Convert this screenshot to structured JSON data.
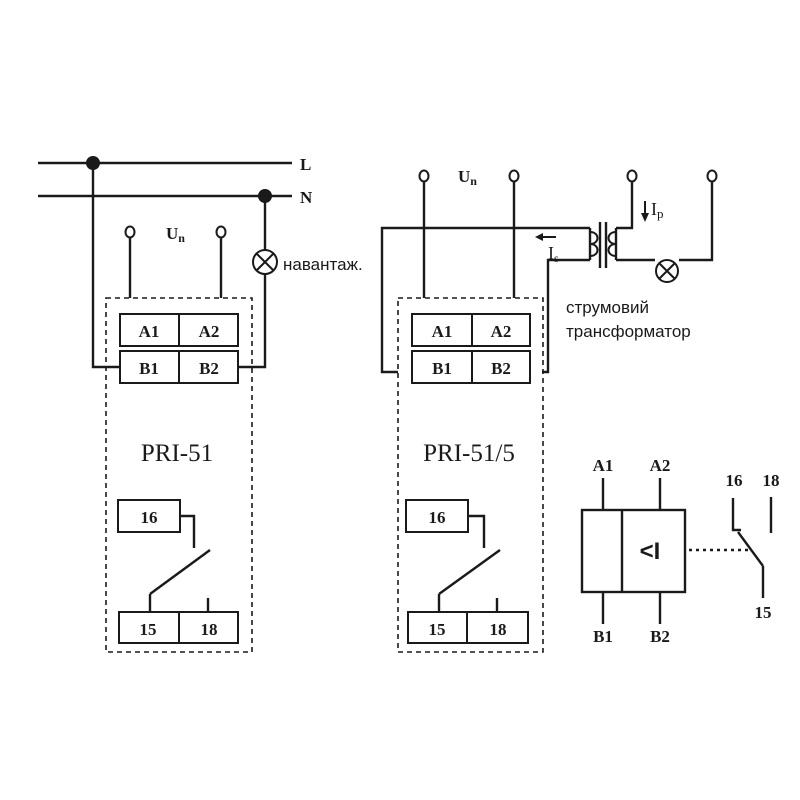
{
  "lines": {
    "phase": "L",
    "neutral": "N"
  },
  "supply": {
    "u": "U",
    "u_sub": "n"
  },
  "left_device": {
    "model": "PRI-51",
    "terminals": [
      "A1",
      "A2",
      "B1",
      "B2",
      "16",
      "15",
      "18"
    ],
    "load_label": "навантаж."
  },
  "right_device": {
    "model": "PRI-51/5",
    "terminals": [
      "A1",
      "A2",
      "B1",
      "B2",
      "16",
      "15",
      "18"
    ],
    "ct_label_line1": "струмовий",
    "ct_label_line2": "трансформатор",
    "ip": "I",
    "ip_sub": "p",
    "is": "I",
    "is_sub": "s"
  },
  "symbol": {
    "a1": "A1",
    "a2": "A2",
    "b1": "B1",
    "b2": "B2",
    "function": "<I",
    "contact_16": "16",
    "contact_18": "18",
    "contact_15": "15"
  }
}
